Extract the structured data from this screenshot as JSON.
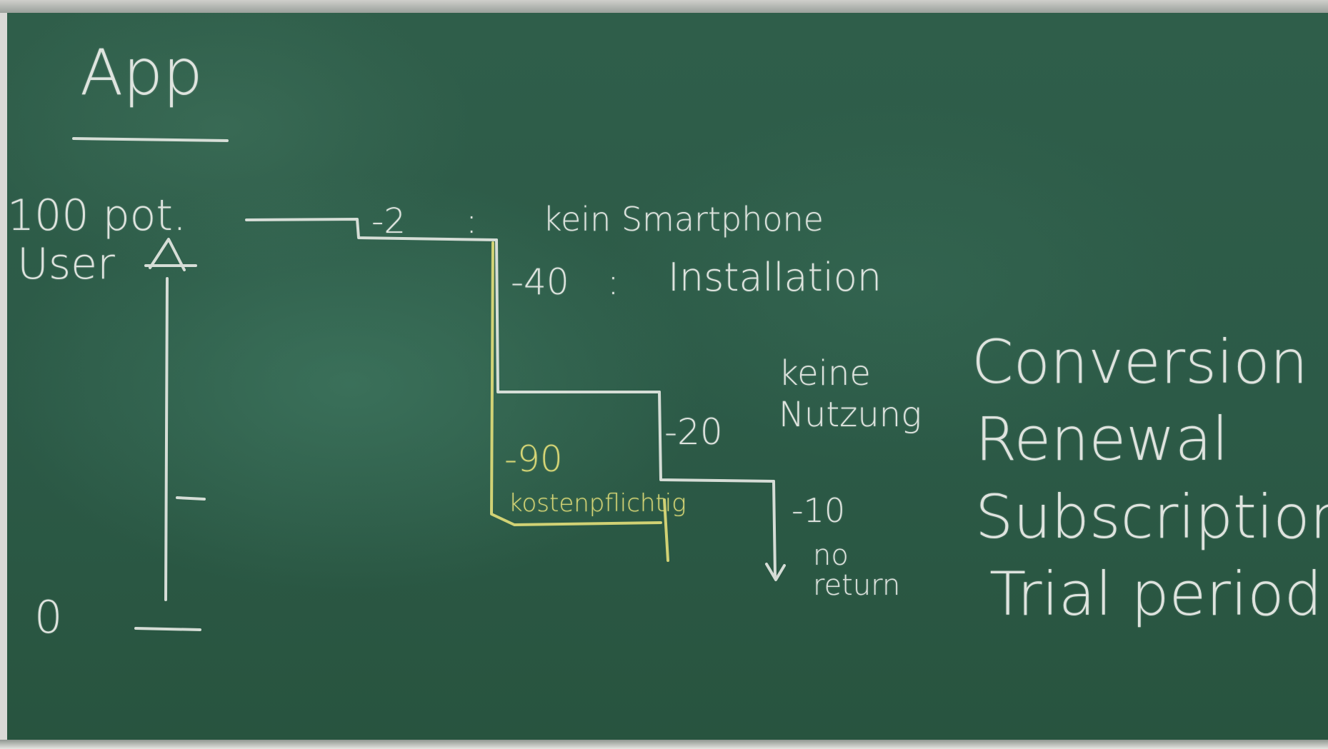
{
  "board": {
    "title": "App",
    "top_label_line1": "100 pot.",
    "top_label_line2": "User",
    "bottom_label": "0",
    "steps": [
      {
        "amount": "-2",
        "separator": ":",
        "reason": "kein Smartphone"
      },
      {
        "amount": "-40",
        "separator": ":",
        "reason": "Installation"
      },
      {
        "amount": "-20",
        "reason": "keine Nutzung"
      },
      {
        "amount": "-10",
        "reason": "no return"
      }
    ],
    "paid_amount": "-90",
    "paid_label": "kostenpflichtig",
    "stages": [
      "Conversion",
      "Renewal",
      "Subscription",
      "Trial period"
    ]
  },
  "colors": {
    "board": "#2e5c48",
    "chalk_white": "#eceeea",
    "chalk_yellow": "#e3df7a"
  }
}
